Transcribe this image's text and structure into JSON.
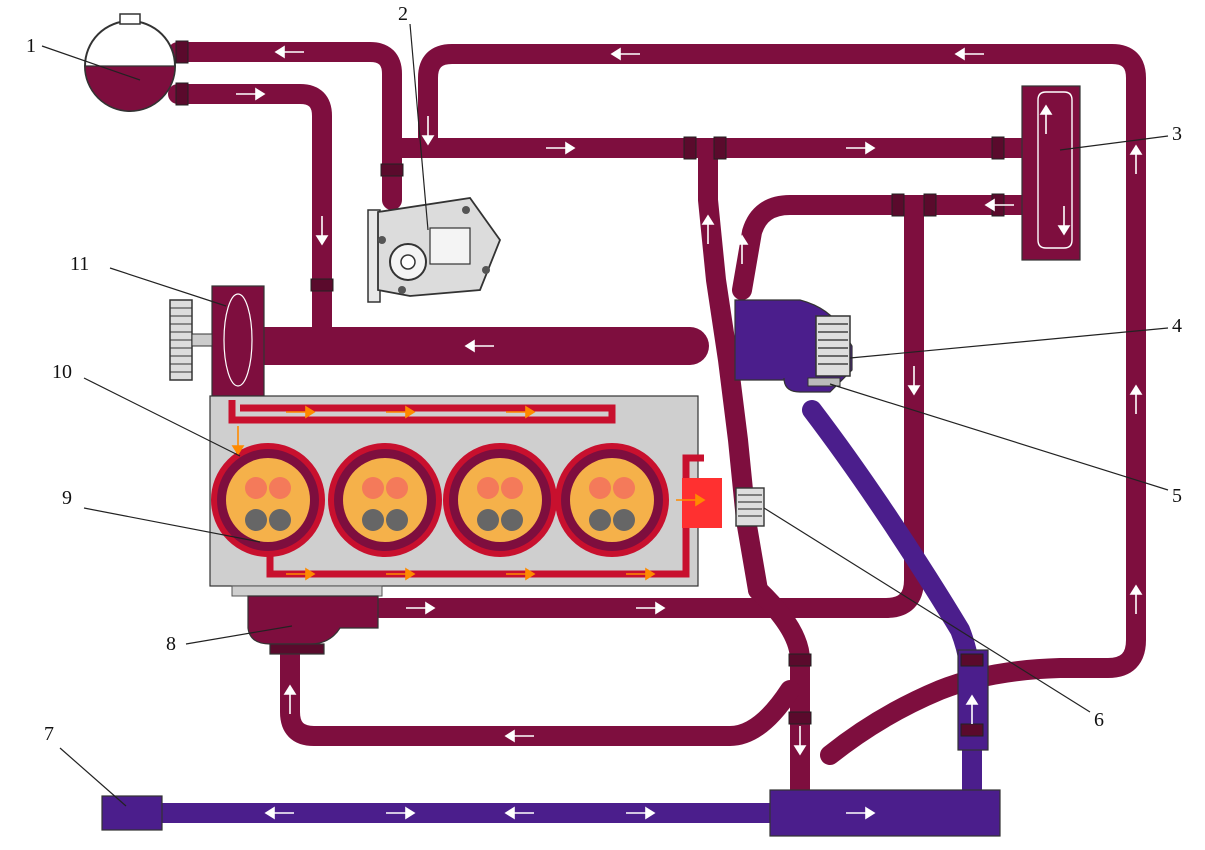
{
  "colors": {
    "hot_coolant": "#7e0e3e",
    "hot_coolant_dark": "#5a0a2c",
    "cold_coolant": "#4b1e8c",
    "cold_coolant_dark": "#2f1060",
    "engine_block": "#cfcfcf",
    "jacket": "#c8102e",
    "cylinder": "#f5b14a",
    "flow_arrow": "#ffffff",
    "inner_flow_arrow": "#ff8a00"
  },
  "callouts": [
    {
      "id": "1",
      "label": "1"
    },
    {
      "id": "2",
      "label": "2"
    },
    {
      "id": "3",
      "label": "3"
    },
    {
      "id": "4",
      "label": "4"
    },
    {
      "id": "5",
      "label": "5"
    },
    {
      "id": "6",
      "label": "6"
    },
    {
      "id": "7",
      "label": "7"
    },
    {
      "id": "8",
      "label": "8"
    },
    {
      "id": "9",
      "label": "9"
    },
    {
      "id": "10",
      "label": "10"
    },
    {
      "id": "11",
      "label": "11"
    }
  ],
  "icons": {
    "expansion_tank": "expansion-tank-icon",
    "throttle_body": "throttle-body-icon",
    "heater_core": "heater-core-icon",
    "thermostat": "thermostat-icon",
    "pump": "water-pump-icon",
    "radiator": "radiator-icon",
    "oil_cooler": "oil-cooler-icon",
    "pulley": "pulley-icon"
  }
}
